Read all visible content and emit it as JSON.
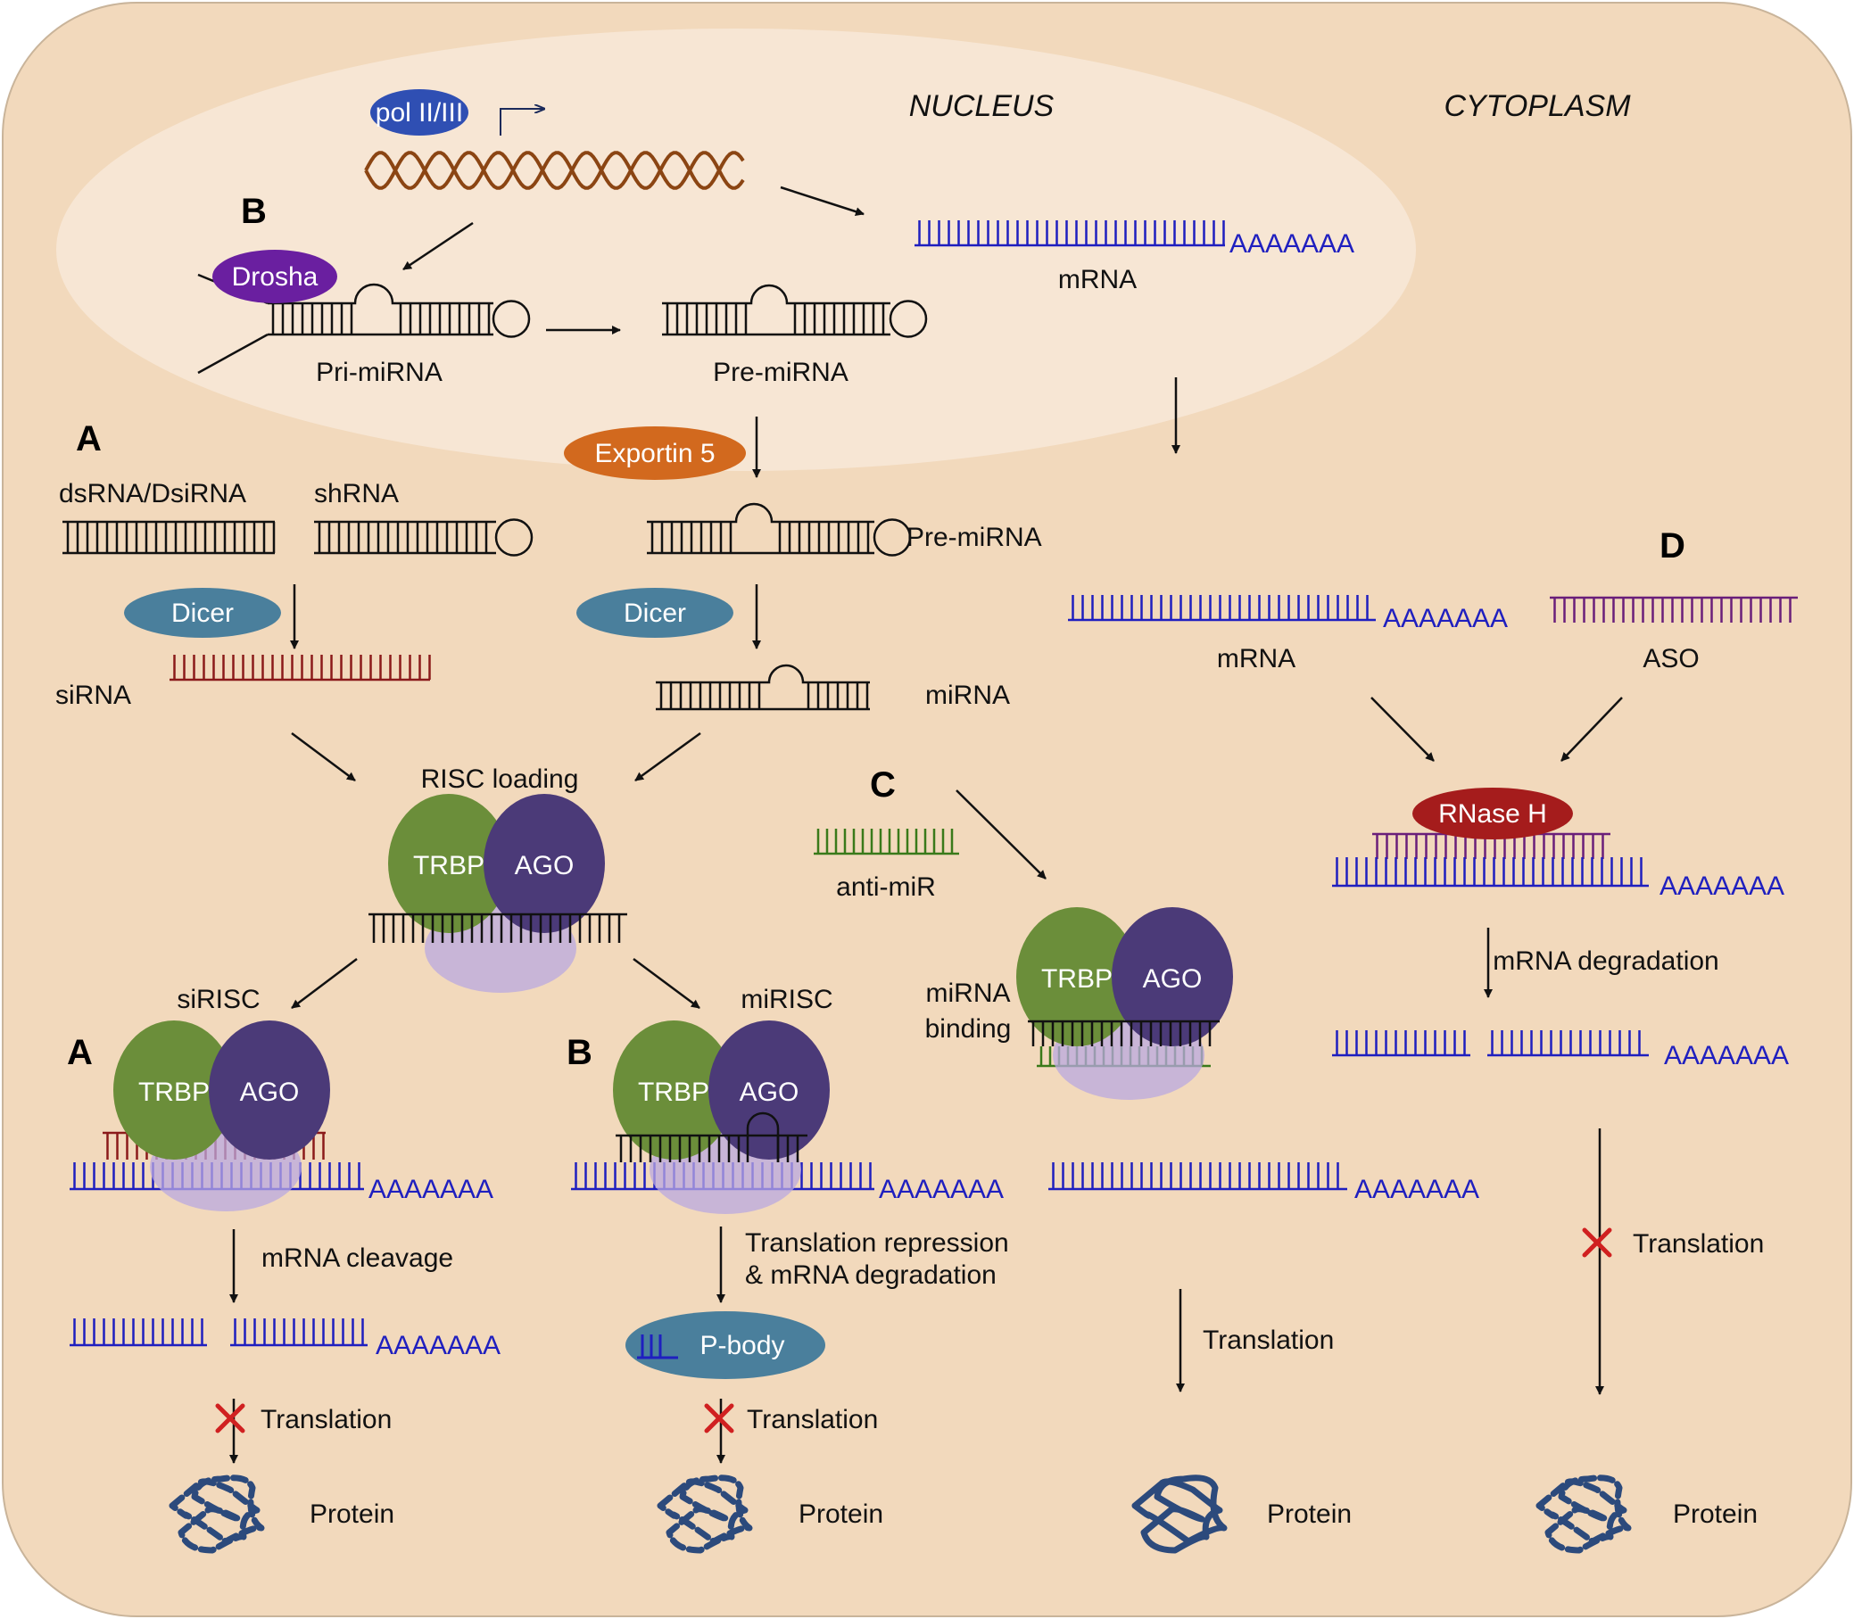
{
  "sections": {
    "a": "A",
    "b": "B",
    "c": "C",
    "d": "D"
  },
  "labels": {
    "nucleus": "NUCLEUS",
    "cytoplasm": "CYTOPLASM",
    "pol": "pol II/III",
    "drosha": "Drosha",
    "exportin": "Exportin 5",
    "dicer": "Dicer",
    "rnase_h": "RNase H",
    "p_body": "P-body",
    "mrna": "mRNA",
    "pri_mirna": "Pri-miRNA",
    "pre_mirna": "Pre-miRNA",
    "dsrna": "dsRNA/DsiRNA",
    "shrna": "shRNA",
    "sirna": "siRNA",
    "mirna": "miRNA",
    "aso": "ASO",
    "risc_loading": "RISC loading",
    "anti_mir": "anti-miR",
    "trbp": "TRBP",
    "ago": "AGO",
    "sirisc": "siRISC",
    "mirisc": "miRISC",
    "mirna_binding_1": "miRNA",
    "mirna_binding_2": "binding",
    "mrna_cleavage": "mRNA cleavage",
    "translation_repression": "Translation repression",
    "and_mrna_degradation": "& mRNA degradation",
    "mrna_degradation": "mRNA degradation",
    "translation": "Translation",
    "protein": "Protein",
    "polya": "AAAAAAA"
  },
  "colors": {
    "cell": "#f2d9bc",
    "nucleus": "#f7e6d4",
    "dna": "#8b4513",
    "mrna": "#1f1fbf",
    "sirna": "#8b1a1a",
    "antimir": "#3a7a1a",
    "aso": "#6a1f7a",
    "trbp": "#6b8e3a",
    "ago": "#4b3a78",
    "risc_base": "#b9a8e0",
    "protein": "#2c4a7c",
    "block": "#d02020"
  },
  "icons": {
    "blocked": "red-x-icon",
    "protein_folded": "protein-tangle-icon"
  }
}
